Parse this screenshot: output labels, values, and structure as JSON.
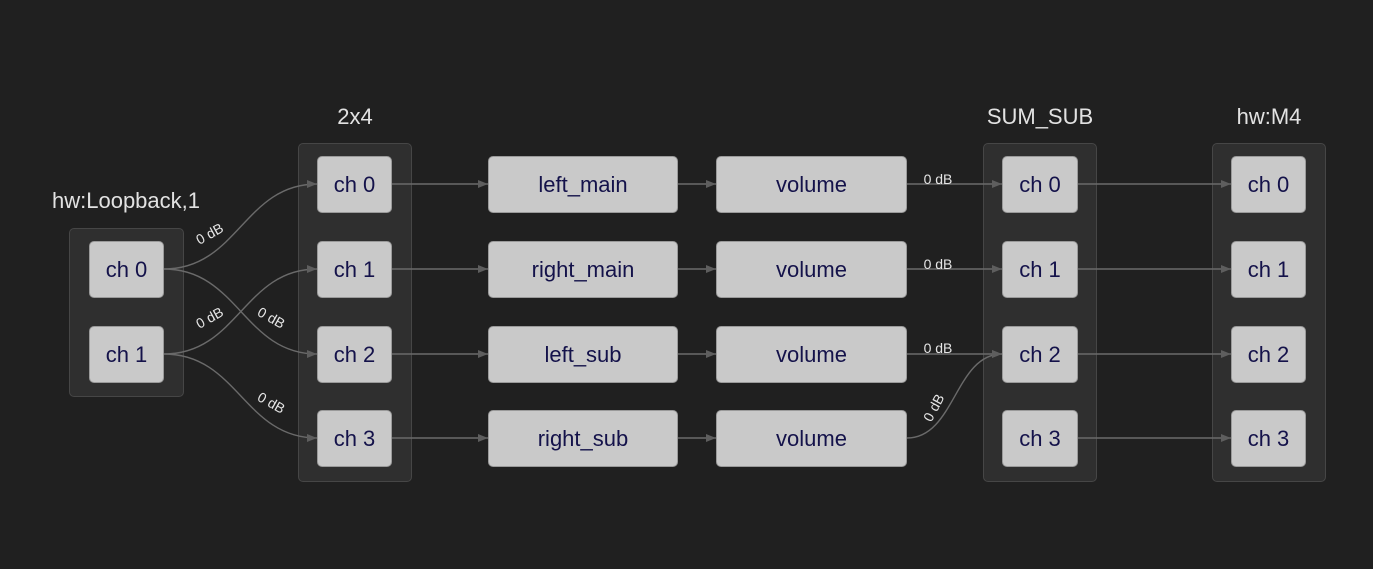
{
  "groups": {
    "loopback": {
      "title": "hw:Loopback,1",
      "channels": [
        "ch 0",
        "ch 1"
      ]
    },
    "mixer_2x4": {
      "title": "2x4",
      "channels": [
        "ch 0",
        "ch 1",
        "ch 2",
        "ch 3"
      ]
    },
    "sum_sub": {
      "title": "SUM_SUB",
      "channels": [
        "ch 0",
        "ch 1",
        "ch 2",
        "ch 3"
      ]
    },
    "hw_m4": {
      "title": "hw:M4",
      "channels": [
        "ch 0",
        "ch 1",
        "ch 2",
        "ch 3"
      ]
    }
  },
  "filters": [
    "left_main",
    "right_main",
    "left_sub",
    "right_sub"
  ],
  "volume_label": "volume",
  "gain_label": "0 dB",
  "colors": {
    "background": "#202020",
    "group_fill": "#2f2f2f",
    "node_fill": "#c9c9c9",
    "node_text": "#14124a",
    "link": "#6a6a6a"
  }
}
